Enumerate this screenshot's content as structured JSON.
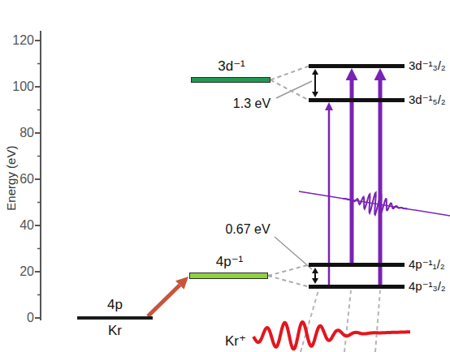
{
  "diagram": {
    "nodes": [
      {
        "text": [
          "4p",
          "Kr"
        ]
      },
      {
        "text": [
          "4p⁻¹"
        ]
      },
      {
        "text": [
          "3d⁻¹"
        ]
      },
      {
        "text": [
          "4p⁻¹₃/₂"
        ]
      },
      {
        "text": [
          "4p⁻¹₁/₂"
        ]
      },
      {
        "text": [
          "3d⁻¹₅/₂"
        ]
      },
      {
        "text": [
          "3d⁻¹₃/₂"
        ]
      }
    ],
    "edges": [
      {
        "from": 0,
        "to": 1,
        "arrow": "to"
      },
      {
        "from": 1,
        "to": 3,
        "arrow": "none"
      },
      {
        "from": 1,
        "to": 4,
        "arrow": "none"
      },
      {
        "from": 2,
        "to": 5,
        "arrow": "none"
      },
      {
        "from": 2,
        "to": 6,
        "arrow": "none"
      },
      {
        "from": 3,
        "to": 5,
        "arrow": "to"
      },
      {
        "from": 4,
        "to": 6,
        "arrow": "to"
      },
      {
        "from": 3,
        "to": 6,
        "arrow": "to"
      }
    ],
    "labels": [
      "120",
      "100",
      "80",
      "60",
      "40",
      "20",
      "0",
      "Energy (eV)",
      "0.67 eV",
      "1.3 eV",
      "Kr⁺"
    ]
  }
}
